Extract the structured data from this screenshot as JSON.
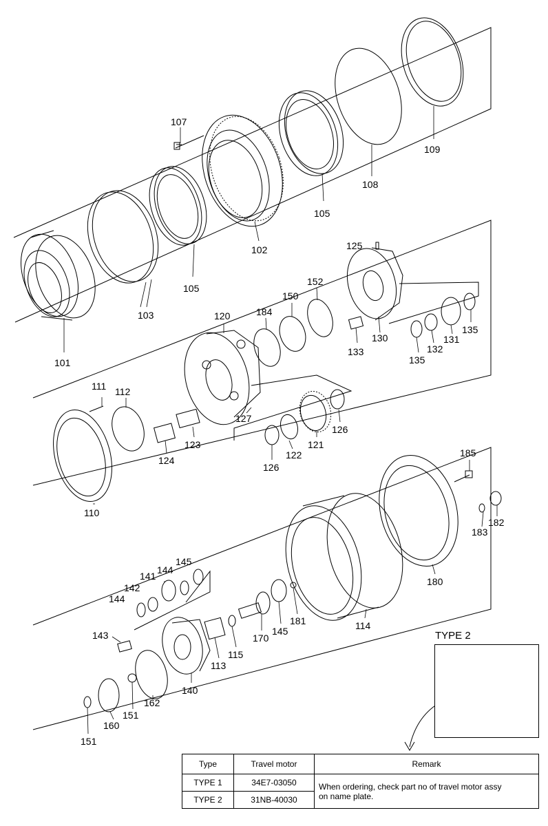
{
  "labels": {
    "p101": "101",
    "p102": "102",
    "p103": "103",
    "p105a": "105",
    "p105b": "105",
    "p107": "107",
    "p108": "108",
    "p109": "109",
    "p110": "110",
    "p111": "111",
    "p112": "112",
    "p113": "113",
    "p114": "114",
    "p115": "115",
    "p120": "120",
    "p121": "121",
    "p122": "122",
    "p123": "123",
    "p124": "124",
    "p125": "125",
    "p126a": "126",
    "p126b": "126",
    "p127": "127",
    "p130": "130",
    "p131": "131",
    "p132": "132",
    "p133": "133",
    "p135a": "135",
    "p135b": "135",
    "p140": "140",
    "p141": "141",
    "p142": "142",
    "p143": "143",
    "p144a": "144",
    "p144b": "144",
    "p145a": "145",
    "p145b": "145",
    "p150": "150",
    "p151a": "151",
    "p151b": "151",
    "p152": "152",
    "p160": "160",
    "p162": "162",
    "p170": "170",
    "p180": "180",
    "p181": "181",
    "p182": "182",
    "p183": "183",
    "p184": "184",
    "p185": "185"
  },
  "type2": {
    "title": "TYPE 2"
  },
  "table": {
    "headers": {
      "type": "Type",
      "motor": "Travel motor",
      "remark": "Remark"
    },
    "rows": [
      {
        "type": "TYPE 1",
        "motor": "34E7-03050"
      },
      {
        "type": "TYPE 2",
        "motor": "31NB-40030"
      }
    ],
    "remark_line1": "When ordering, check part no of travel motor assy",
    "remark_line2": "on name plate."
  }
}
